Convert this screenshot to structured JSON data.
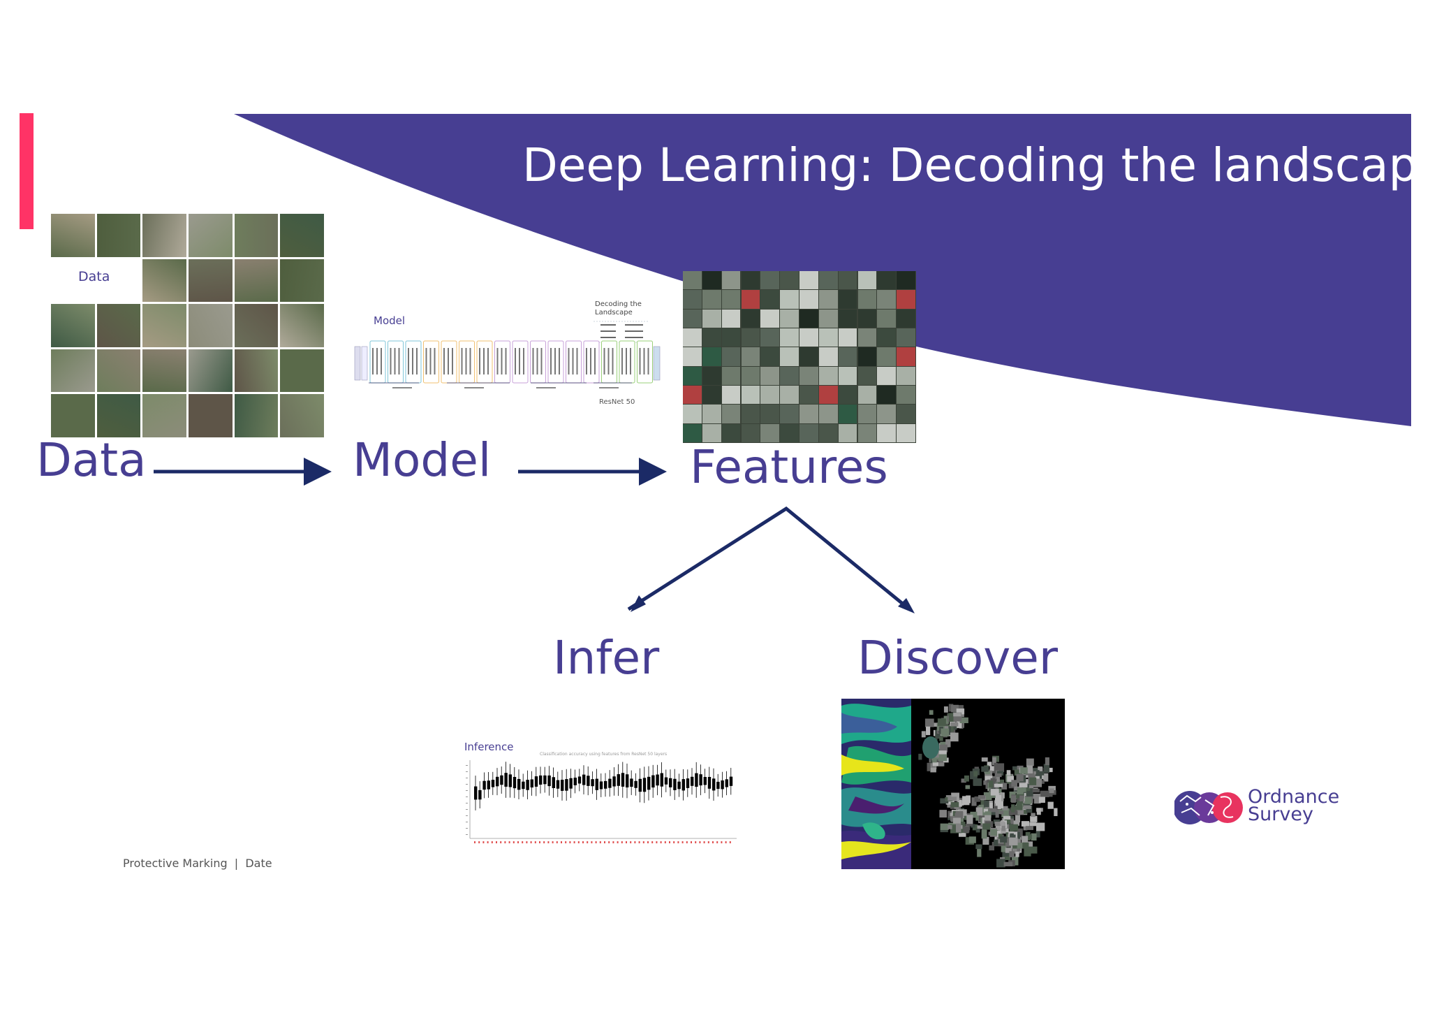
{
  "slide": {
    "title": "Deep Learning: Decoding the landscape",
    "footer": "Protective Marking  |  Date",
    "colors": {
      "purple": "#473e92",
      "navy": "#1b2a66",
      "accent_bar": "#ff3366"
    }
  },
  "flow": {
    "data_label": "Data",
    "model_label": "Model",
    "features_label": "Features",
    "infer_label": "Infer",
    "discover_label": "Discover"
  },
  "thumbnails": {
    "data_caption": "Data",
    "model_caption": "Model",
    "model_box_title": "Decoding the Landscape",
    "model_subcaption": "ResNet 50",
    "inference_caption": "Inference",
    "inference_chart_title": "Classification accuracy using features from ResNet 50 layers"
  },
  "logo": {
    "line1": "Ordnance",
    "line2": "Survey"
  }
}
